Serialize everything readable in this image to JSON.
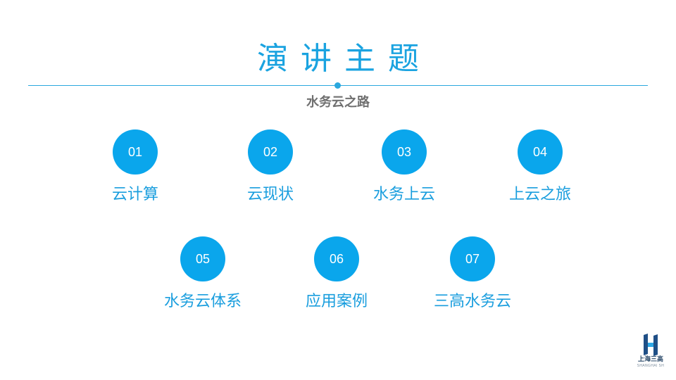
{
  "slide": {
    "title": "演讲主题",
    "subtitle": "水务云之路"
  },
  "topics": [
    {
      "num": "01",
      "label": "云计算"
    },
    {
      "num": "02",
      "label": "云现状"
    },
    {
      "num": "03",
      "label": "水务上云"
    },
    {
      "num": "04",
      "label": "上云之旅"
    },
    {
      "num": "05",
      "label": "水务云体系"
    },
    {
      "num": "06",
      "label": "应用案例"
    },
    {
      "num": "07",
      "label": "三高水务云"
    }
  ],
  "logo": {
    "name_cn": "上海三高",
    "name_en": "SHANGHAI SH"
  },
  "colors": {
    "accent": "#0aa6ec",
    "title": "#1aa3e0",
    "subtitle": "#707070"
  }
}
